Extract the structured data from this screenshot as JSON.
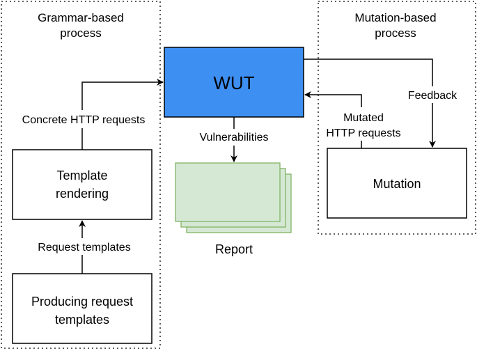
{
  "groups": {
    "grammar": {
      "title_line1": "Grammar-based",
      "title_line2": "process"
    },
    "mutation": {
      "title_line1": "Mutation-based",
      "title_line2": "process"
    }
  },
  "nodes": {
    "wut": {
      "label": "WUT",
      "fill": "#3d8ff2"
    },
    "template_rendering": {
      "line1": "Template",
      "line2": "rendering"
    },
    "producing": {
      "line1": "Producing request",
      "line2": "templates"
    },
    "mutation": {
      "label": "Mutation"
    },
    "report": {
      "label": "Report",
      "fill": "#d5e8d4",
      "stroke": "#82b366"
    }
  },
  "edges": {
    "concrete": "Concrete HTTP requests",
    "request_templates": "Request templates",
    "vulnerabilities": "Vulnerabilities",
    "feedback": "Feedback",
    "mutated_line1": "Mutated",
    "mutated_line2": "HTTP requests"
  }
}
